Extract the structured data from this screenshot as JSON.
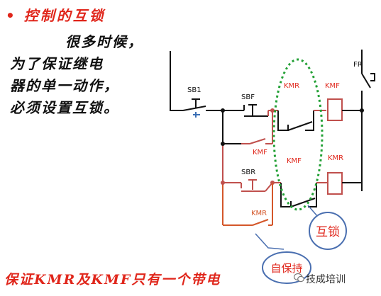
{
  "title": {
    "bullet": "•",
    "text": "控制的互锁"
  },
  "paragraph": {
    "lines": [
      "很多时候，",
      "为了保证继电",
      "器的单一动作，",
      "必须设置互锁。"
    ]
  },
  "labels": {
    "sb1": "SB1",
    "sbf": "SBF",
    "sbr": "SBR",
    "fr": "FR",
    "kmr_top": "KMR",
    "kmf_coil": "KMF",
    "kmf_hold": "KMF",
    "kmf_mid": "KMF",
    "kmr_coil": "KMR",
    "kmr_hold": "KMR"
  },
  "callouts": {
    "interlock": "互锁",
    "self_hold": "自保持"
  },
  "footer": "保证KMR及KMF只有一个带电",
  "brand": {
    "icon": "wechat-icon",
    "text": "技成培训"
  },
  "colors": {
    "wire_black": "#111111",
    "wire_red": "#c0504d",
    "wire_orange": "#d4572a",
    "label_red": "#e0261b",
    "ellipse_green": "#22a035",
    "callout_blue": "#4a6fb0"
  }
}
